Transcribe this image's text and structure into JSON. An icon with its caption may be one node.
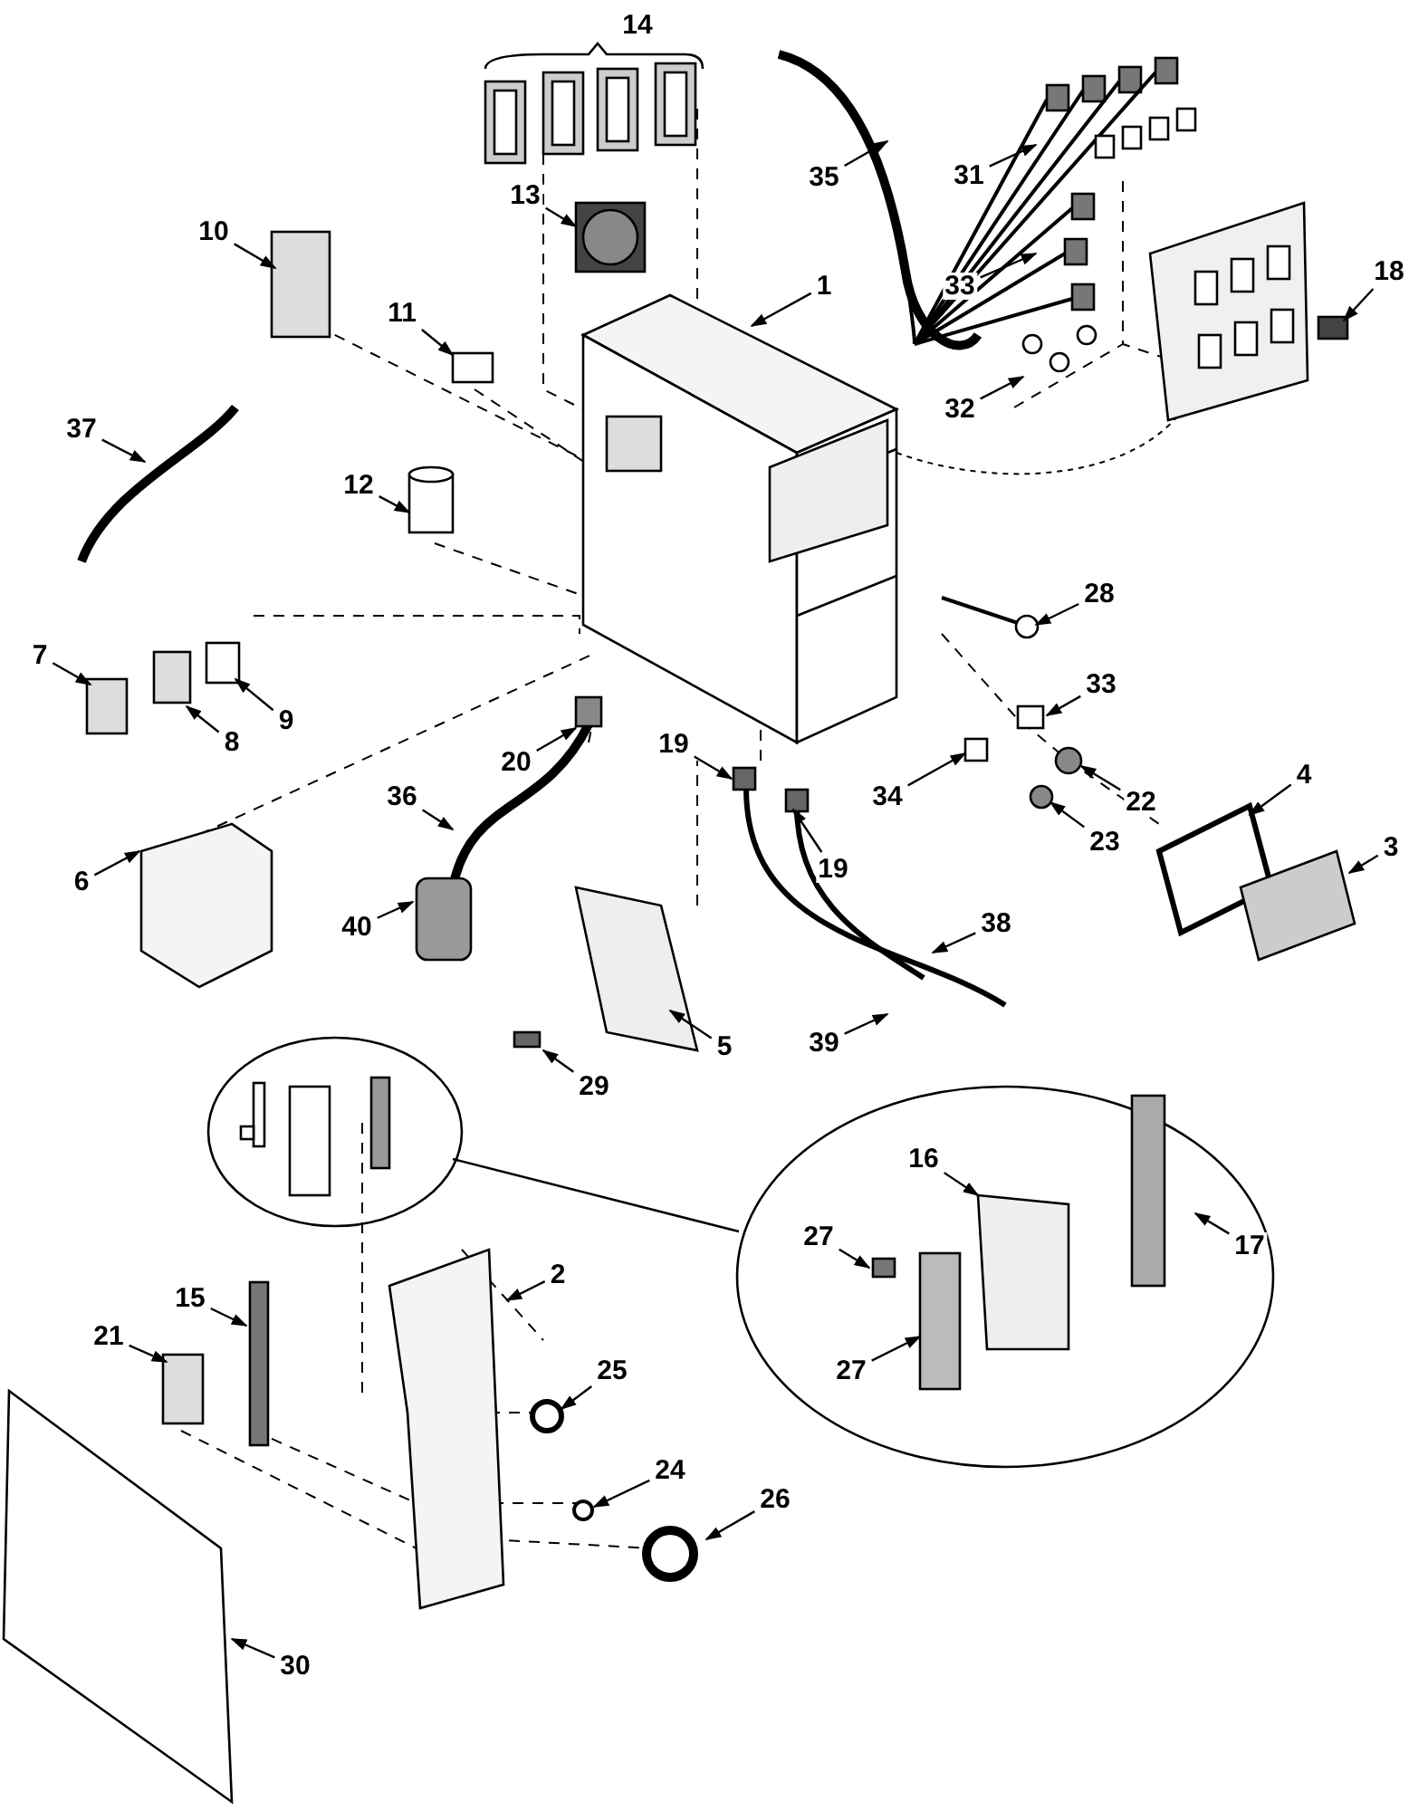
{
  "diagram": {
    "nodes": [
      {
        "text": [
          "35"
        ]
      },
      {
        "text": [
          "31"
        ]
      },
      {
        "text": [
          "13"
        ]
      },
      {
        "text": [
          "10"
        ]
      },
      {
        "text": [
          "1"
        ]
      },
      {
        "text": [
          "33"
        ]
      },
      {
        "text": [
          "18"
        ]
      },
      {
        "text": [
          "11"
        ]
      },
      {
        "text": [
          "32"
        ]
      },
      {
        "text": [
          "37"
        ]
      },
      {
        "text": [
          "12"
        ]
      },
      {
        "text": [
          "28"
        ]
      },
      {
        "text": [
          "7"
        ]
      },
      {
        "text": [
          "33"
        ]
      },
      {
        "text": [
          "9"
        ]
      },
      {
        "text": [
          "8"
        ]
      },
      {
        "text": [
          "19"
        ]
      },
      {
        "text": [
          "20"
        ]
      },
      {
        "text": [
          "4"
        ]
      },
      {
        "text": [
          "34"
        ]
      },
      {
        "text": [
          "36"
        ]
      },
      {
        "text": [
          "22"
        ]
      },
      {
        "text": [
          "23"
        ]
      },
      {
        "text": [
          "3"
        ]
      },
      {
        "text": [
          "19"
        ]
      },
      {
        "text": [
          "6"
        ]
      },
      {
        "text": [
          "38"
        ]
      },
      {
        "text": [
          "40"
        ]
      },
      {
        "text": [
          "39"
        ]
      },
      {
        "text": [
          "5"
        ]
      },
      {
        "text": [
          "29"
        ]
      },
      {
        "text": [
          "16"
        ]
      },
      {
        "text": [
          "27"
        ]
      },
      {
        "text": [
          "17"
        ]
      },
      {
        "text": [
          "2"
        ]
      },
      {
        "text": [
          "15"
        ]
      },
      {
        "text": [
          "21"
        ]
      },
      {
        "text": [
          "27"
        ]
      },
      {
        "text": [
          "25"
        ]
      },
      {
        "text": [
          "24"
        ]
      },
      {
        "text": [
          "26"
        ]
      },
      {
        "text": [
          "30"
        ]
      }
    ],
    "edges": [
      {
        "from": 0,
        "to": null,
        "arrow": "to"
      },
      {
        "from": 1,
        "to": null,
        "arrow": "to"
      },
      {
        "from": 2,
        "to": null,
        "arrow": "to"
      },
      {
        "from": 3,
        "to": null,
        "arrow": "to"
      },
      {
        "from": 4,
        "to": null,
        "arrow": "to"
      },
      {
        "from": 5,
        "to": null,
        "arrow": "to"
      },
      {
        "from": 6,
        "to": null,
        "arrow": "to"
      },
      {
        "from": 7,
        "to": null,
        "arrow": "to"
      },
      {
        "from": 8,
        "to": null,
        "arrow": "to"
      },
      {
        "from": 9,
        "to": null,
        "arrow": "to"
      },
      {
        "from": 10,
        "to": null,
        "arrow": "to"
      },
      {
        "from": 11,
        "to": null,
        "arrow": "to"
      },
      {
        "from": 12,
        "to": null,
        "arrow": "to"
      },
      {
        "from": 13,
        "to": null,
        "arrow": "to"
      },
      {
        "from": 14,
        "to": null,
        "arrow": "to"
      },
      {
        "from": 15,
        "to": null,
        "arrow": "to"
      },
      {
        "from": 16,
        "to": null,
        "arrow": "to"
      },
      {
        "from": 17,
        "to": null,
        "arrow": "to"
      },
      {
        "from": 18,
        "to": null,
        "arrow": "to"
      },
      {
        "from": 19,
        "to": null,
        "arrow": "to"
      },
      {
        "from": 20,
        "to": null,
        "arrow": "to"
      },
      {
        "from": 21,
        "to": null,
        "arrow": "to"
      },
      {
        "from": 22,
        "to": null,
        "arrow": "to"
      },
      {
        "from": 23,
        "to": null,
        "arrow": "to"
      },
      {
        "from": 24,
        "to": null,
        "arrow": "to"
      },
      {
        "from": 25,
        "to": null,
        "arrow": "to"
      },
      {
        "from": 26,
        "to": null,
        "arrow": "to"
      },
      {
        "from": 27,
        "to": null,
        "arrow": "to"
      },
      {
        "from": 28,
        "to": null,
        "arrow": "to"
      },
      {
        "from": 29,
        "to": null,
        "arrow": "to"
      },
      {
        "from": 30,
        "to": null,
        "arrow": "to"
      },
      {
        "from": 31,
        "to": null,
        "arrow": "to"
      },
      {
        "from": 32,
        "to": null,
        "arrow": "to"
      },
      {
        "from": 33,
        "to": null,
        "arrow": "to"
      },
      {
        "from": 34,
        "to": null,
        "arrow": "to"
      },
      {
        "from": 35,
        "to": null,
        "arrow": "to"
      },
      {
        "from": 36,
        "to": null,
        "arrow": "to"
      },
      {
        "from": 37,
        "to": null,
        "arrow": "to"
      },
      {
        "from": 38,
        "to": null,
        "arrow": "to"
      },
      {
        "from": 39,
        "to": null,
        "arrow": "to"
      },
      {
        "from": 40,
        "to": null,
        "arrow": "to"
      },
      {
        "from": 41,
        "to": null,
        "arrow": "to"
      }
    ],
    "labels": [
      "14"
    ]
  }
}
